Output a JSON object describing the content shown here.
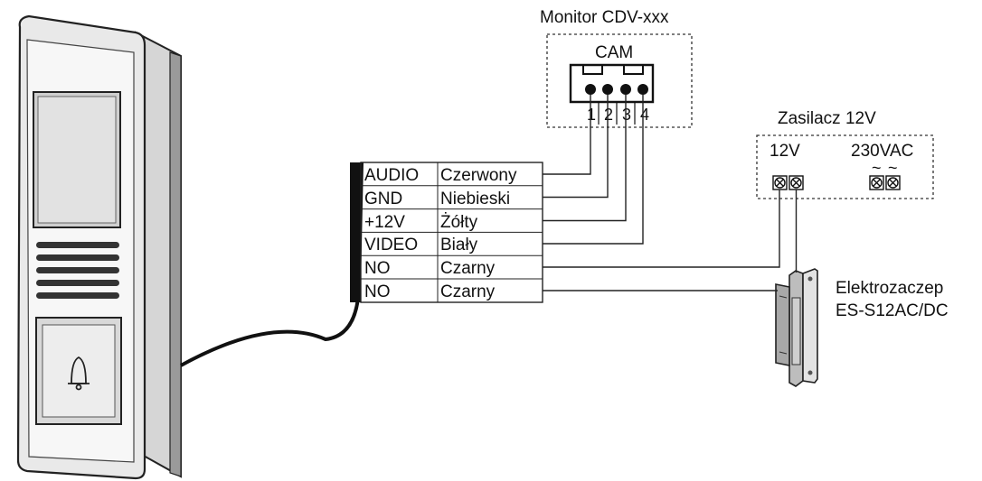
{
  "monitor": {
    "title": "Monitor CDV-xxx",
    "connector_label": "CAM",
    "pins": [
      "1",
      "2",
      "3",
      "4"
    ]
  },
  "power_supply": {
    "title": "Zasilacz 12V",
    "dc_label": "12V",
    "ac_label": "230VAC",
    "ac_symbols": [
      "~",
      "~"
    ]
  },
  "lock": {
    "line1": "Elektrozaczep",
    "line2": "ES-S12AC/DC"
  },
  "wire_table": {
    "rows": [
      {
        "signal": "AUDIO",
        "color": "Czerwony"
      },
      {
        "signal": "GND",
        "color": "Niebieski"
      },
      {
        "signal": "+12V",
        "color": "Żółty"
      },
      {
        "signal": "VIDEO",
        "color": "Biały"
      },
      {
        "signal": "NO",
        "color": "Czarny"
      },
      {
        "signal": "NO",
        "color": "Czarny"
      }
    ]
  }
}
